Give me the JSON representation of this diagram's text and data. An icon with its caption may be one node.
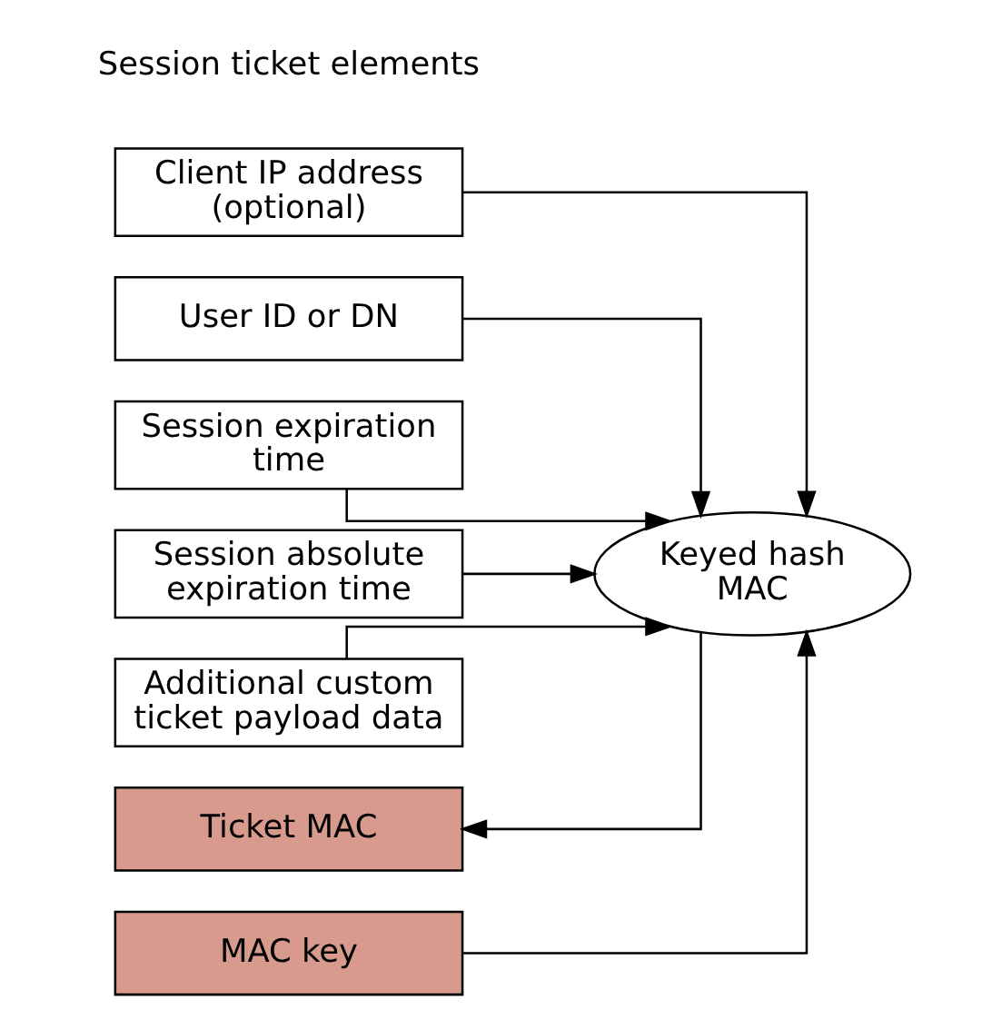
{
  "diagram": {
    "nodes": [
      {
        "text": [
          "Client IP address (optional)"
        ]
      },
      {
        "text": [
          "User ID or DN"
        ]
      },
      {
        "text": [
          "Session expiration time"
        ]
      },
      {
        "text": [
          "Session absolute expiration time"
        ]
      },
      {
        "text": [
          "Additional custom ticket payload data"
        ]
      },
      {
        "text": [
          "MAC key"
        ]
      },
      {
        "text": [
          "Keyed hash MAC"
        ]
      },
      {
        "text": [
          "Ticket MAC"
        ]
      }
    ],
    "edges": [
      {
        "from": 0,
        "to": 6,
        "arrow": "to"
      },
      {
        "from": 1,
        "to": 6,
        "arrow": "to"
      },
      {
        "from": 2,
        "to": 6,
        "arrow": "to"
      },
      {
        "from": 3,
        "to": 6,
        "arrow": "to"
      },
      {
        "from": 4,
        "to": 6,
        "arrow": "to"
      },
      {
        "from": 5,
        "to": 6,
        "arrow": "to"
      },
      {
        "from": 6,
        "to": 7,
        "arrow": "to"
      }
    ],
    "labels": [
      "Session ticket elements"
    ]
  }
}
